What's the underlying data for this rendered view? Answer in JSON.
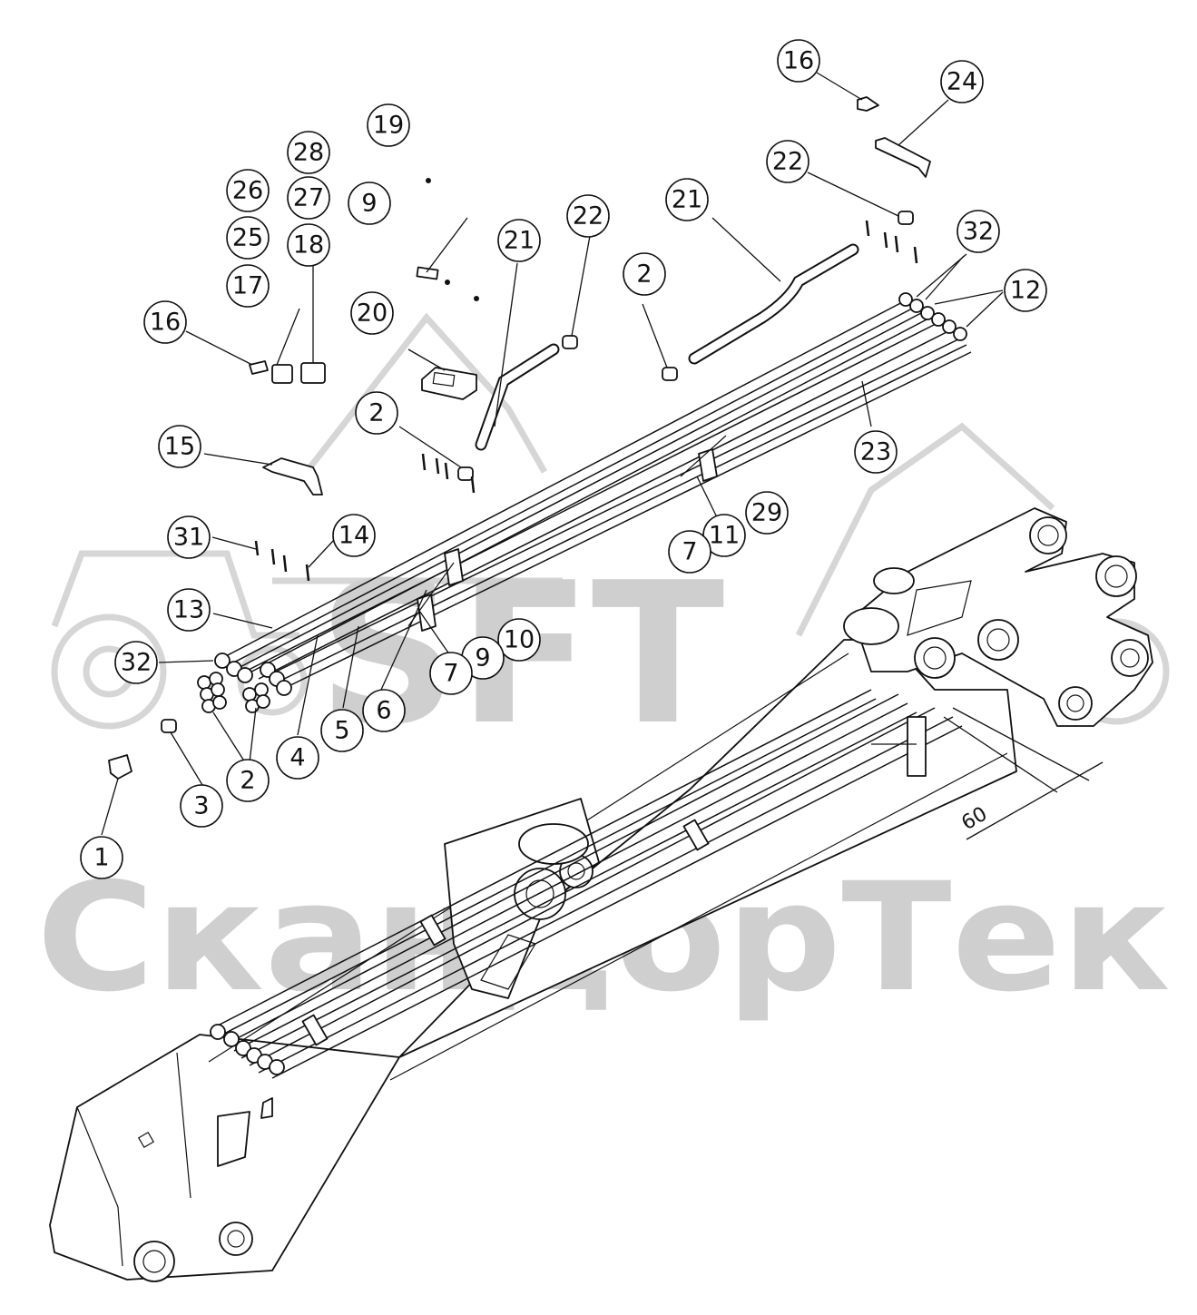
{
  "watermark": {
    "logo_text": "SFT",
    "brand_text": "СкандорТек"
  },
  "dimension": {
    "label": "60"
  },
  "callouts": [
    {
      "id": "c16a",
      "label": "16"
    },
    {
      "id": "c24",
      "label": "24"
    },
    {
      "id": "c19",
      "label": "19"
    },
    {
      "id": "c28",
      "label": "28"
    },
    {
      "id": "c26",
      "label": "26"
    },
    {
      "id": "c27",
      "label": "27"
    },
    {
      "id": "c22a",
      "label": "22"
    },
    {
      "id": "c9a",
      "label": "9"
    },
    {
      "id": "c25",
      "label": "25"
    },
    {
      "id": "c18",
      "label": "18"
    },
    {
      "id": "c21a",
      "label": "21"
    },
    {
      "id": "c22b",
      "label": "22"
    },
    {
      "id": "c21b",
      "label": "21"
    },
    {
      "id": "c32a",
      "label": "32"
    },
    {
      "id": "c17",
      "label": "17"
    },
    {
      "id": "c2a",
      "label": "2"
    },
    {
      "id": "c12",
      "label": "12"
    },
    {
      "id": "c20",
      "label": "20"
    },
    {
      "id": "c16b",
      "label": "16"
    },
    {
      "id": "c2b",
      "label": "2"
    },
    {
      "id": "c23",
      "label": "23"
    },
    {
      "id": "c15",
      "label": "15"
    },
    {
      "id": "c29",
      "label": "29"
    },
    {
      "id": "c31",
      "label": "31"
    },
    {
      "id": "c14",
      "label": "14"
    },
    {
      "id": "c11",
      "label": "11"
    },
    {
      "id": "c7a",
      "label": "7"
    },
    {
      "id": "c13",
      "label": "13"
    },
    {
      "id": "c10",
      "label": "10"
    },
    {
      "id": "c32b",
      "label": "32"
    },
    {
      "id": "c9b",
      "label": "9"
    },
    {
      "id": "c7b",
      "label": "7"
    },
    {
      "id": "c6",
      "label": "6"
    },
    {
      "id": "c5",
      "label": "5"
    },
    {
      "id": "c4",
      "label": "4"
    },
    {
      "id": "c2c",
      "label": "2"
    },
    {
      "id": "c3",
      "label": "3"
    },
    {
      "id": "c1",
      "label": "1"
    }
  ]
}
